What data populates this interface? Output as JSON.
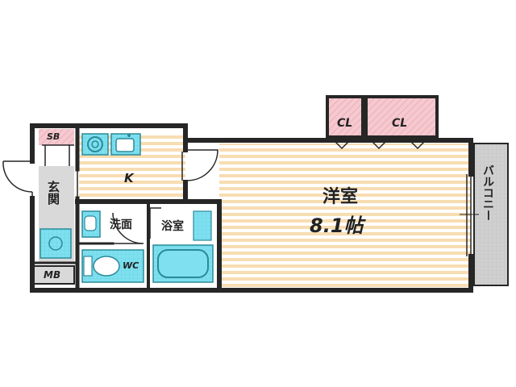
{
  "rooms": {
    "western_room": {
      "name": "洋室",
      "size": "8.1帖"
    },
    "kitchen": "K",
    "washroom": "洗面",
    "bathroom": "浴室",
    "toilet": "WC",
    "entrance": "玄関",
    "shoe_box": "SB",
    "meter_box": "MB",
    "closet_left": "CL",
    "closet_right": "CL",
    "balcony": "バルコニー"
  },
  "colors": {
    "wall": "#262626",
    "floor_stripe": "#f7ddb2",
    "closet_fill": "#f5c9cf",
    "fixture_fill": "#7fe0ef",
    "balcony_fill": "#d0d0d0",
    "entrance_fill": "#d9d9d9"
  }
}
